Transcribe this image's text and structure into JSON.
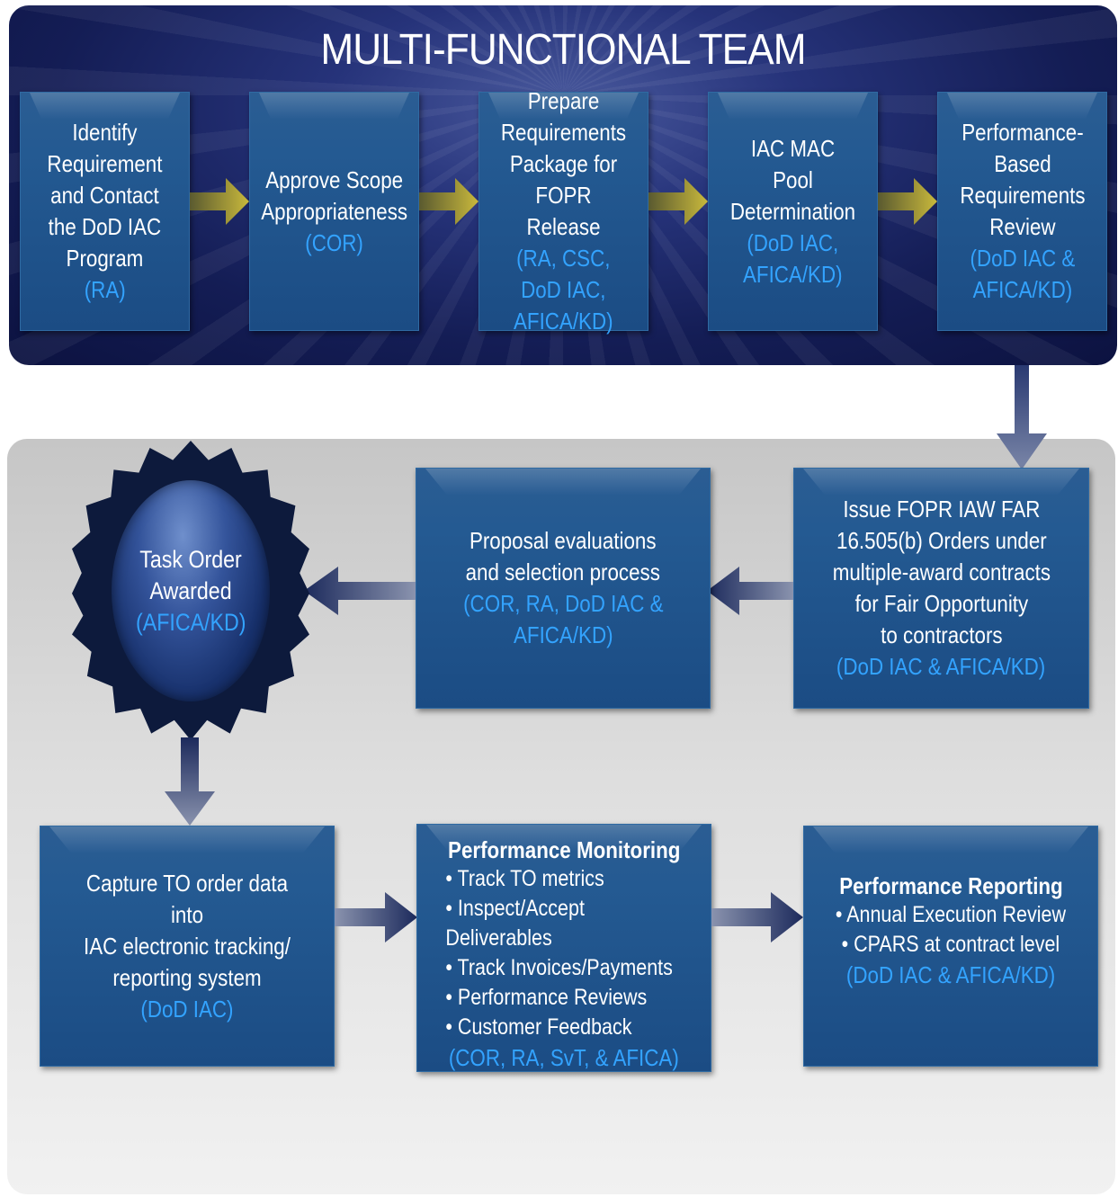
{
  "title": "MULTI-FUNCTIONAL TEAM",
  "steps": [
    {
      "text": "Identify\nRequirement\nand Contact\nthe DoD IAC\nProgram",
      "role": "(RA)"
    },
    {
      "text": "Approve Scope\nAppropriateness",
      "role": "(COR)"
    },
    {
      "text": "Prepare\nRequirements\nPackage for\nFOPR Release",
      "role": "(RA, CSC,\nDoD IAC,\nAFICA/KD)"
    },
    {
      "text": "IAC MAC Pool\nDetermination",
      "role": "(DoD IAC,\nAFICA/KD)"
    },
    {
      "text": "Performance-\nBased\nRequirements\nReview",
      "role": "(DoD IAC &\nAFICA/KD)"
    }
  ],
  "issue_fopr": {
    "text": "Issue FOPR IAW FAR\n16.505(b) Orders under\nmultiple-award contracts\nfor Fair Opportunity\nto contractors",
    "role": "(DoD IAC & AFICA/KD)"
  },
  "proposal": {
    "text": "Proposal evaluations\nand selection process",
    "role": "(COR, RA, DoD IAC &\nAFICA/KD)"
  },
  "award": {
    "text": "Task Order\nAwarded",
    "role": "(AFICA/KD)"
  },
  "capture": {
    "text": "Capture TO order data into\nIAC electronic tracking/\nreporting system",
    "role": "(DoD IAC)"
  },
  "monitoring": {
    "title": "Performance Monitoring",
    "items": [
      "Track TO metrics",
      "Inspect/Accept Deliverables",
      "Track Invoices/Payments",
      "Performance Reviews",
      "Customer Feedback"
    ],
    "role": "(COR, RA, SvT, & AFICA)"
  },
  "reporting": {
    "title": "Performance Reporting",
    "items": [
      "Annual Execution Review",
      "CPARS at contract level"
    ],
    "role": "(DoD IAC & AFICA/KD)"
  },
  "colors": {
    "role_text": "#33a3ff",
    "box_blue": "#245a92",
    "panel_navy": "#141d55",
    "arrow_gold": "#b5a93a",
    "arrow_navy": "#1c2a5c"
  }
}
